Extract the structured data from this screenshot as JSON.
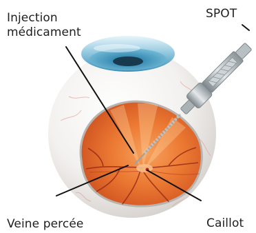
{
  "labels": {
    "injection_line1": "Injection",
    "injection_line2": "médicament",
    "spot": "SPOT",
    "veine": "Veine percée",
    "caillot": "Caillot"
  },
  "colors": {
    "sclera": "#f1eeec",
    "iris": "#4aa2c6",
    "retina": "#e8702c",
    "vessel": "#9a2a18",
    "device": "#9fa7ab",
    "leader_line": "#111111"
  }
}
